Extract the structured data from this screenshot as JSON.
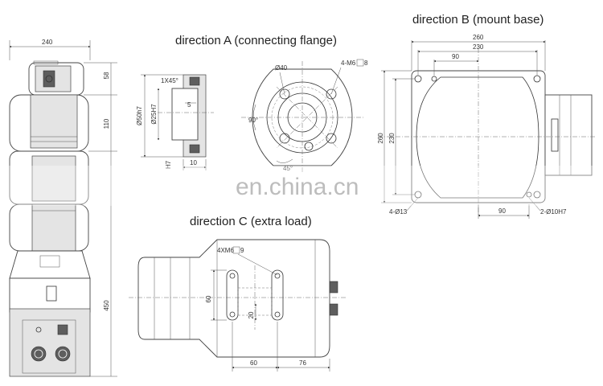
{
  "titles": {
    "a": "direction A (connecting flange)",
    "b": "direction B (mount base)",
    "c": "direction C (extra load)"
  },
  "watermark": "en.china.cn",
  "side_view": {
    "width": "240",
    "h_top": "58",
    "h_arm": "110",
    "h_base": "450"
  },
  "flange_section": {
    "chamfer": "1X45°",
    "d_outer": "Ø50h7",
    "d_bore": "Ø25H7",
    "depth": "5",
    "width": "10",
    "pin": "H7"
  },
  "flange_face": {
    "d_pcd": "Ø40",
    "threads": "4-M6",
    "thread_depth": "8",
    "angle_90": "90°",
    "angle_45": "45°"
  },
  "mount_base": {
    "w_outer": "260",
    "w_holes": "230",
    "w_half": "90",
    "h_outer": "260",
    "h_holes": "230",
    "holes": "4-Ø13",
    "bottom_90": "90",
    "pins": "2-Ø10H7"
  },
  "extra_load": {
    "threads": "4XM6",
    "thread_depth": "9",
    "h60": "60",
    "h20": "20",
    "w60": "60",
    "w76": "76"
  },
  "colors": {
    "line": "#333333",
    "shade": "#e4e4e4",
    "dark": "#5e5e5e",
    "watermark": "#bdbdbd"
  }
}
